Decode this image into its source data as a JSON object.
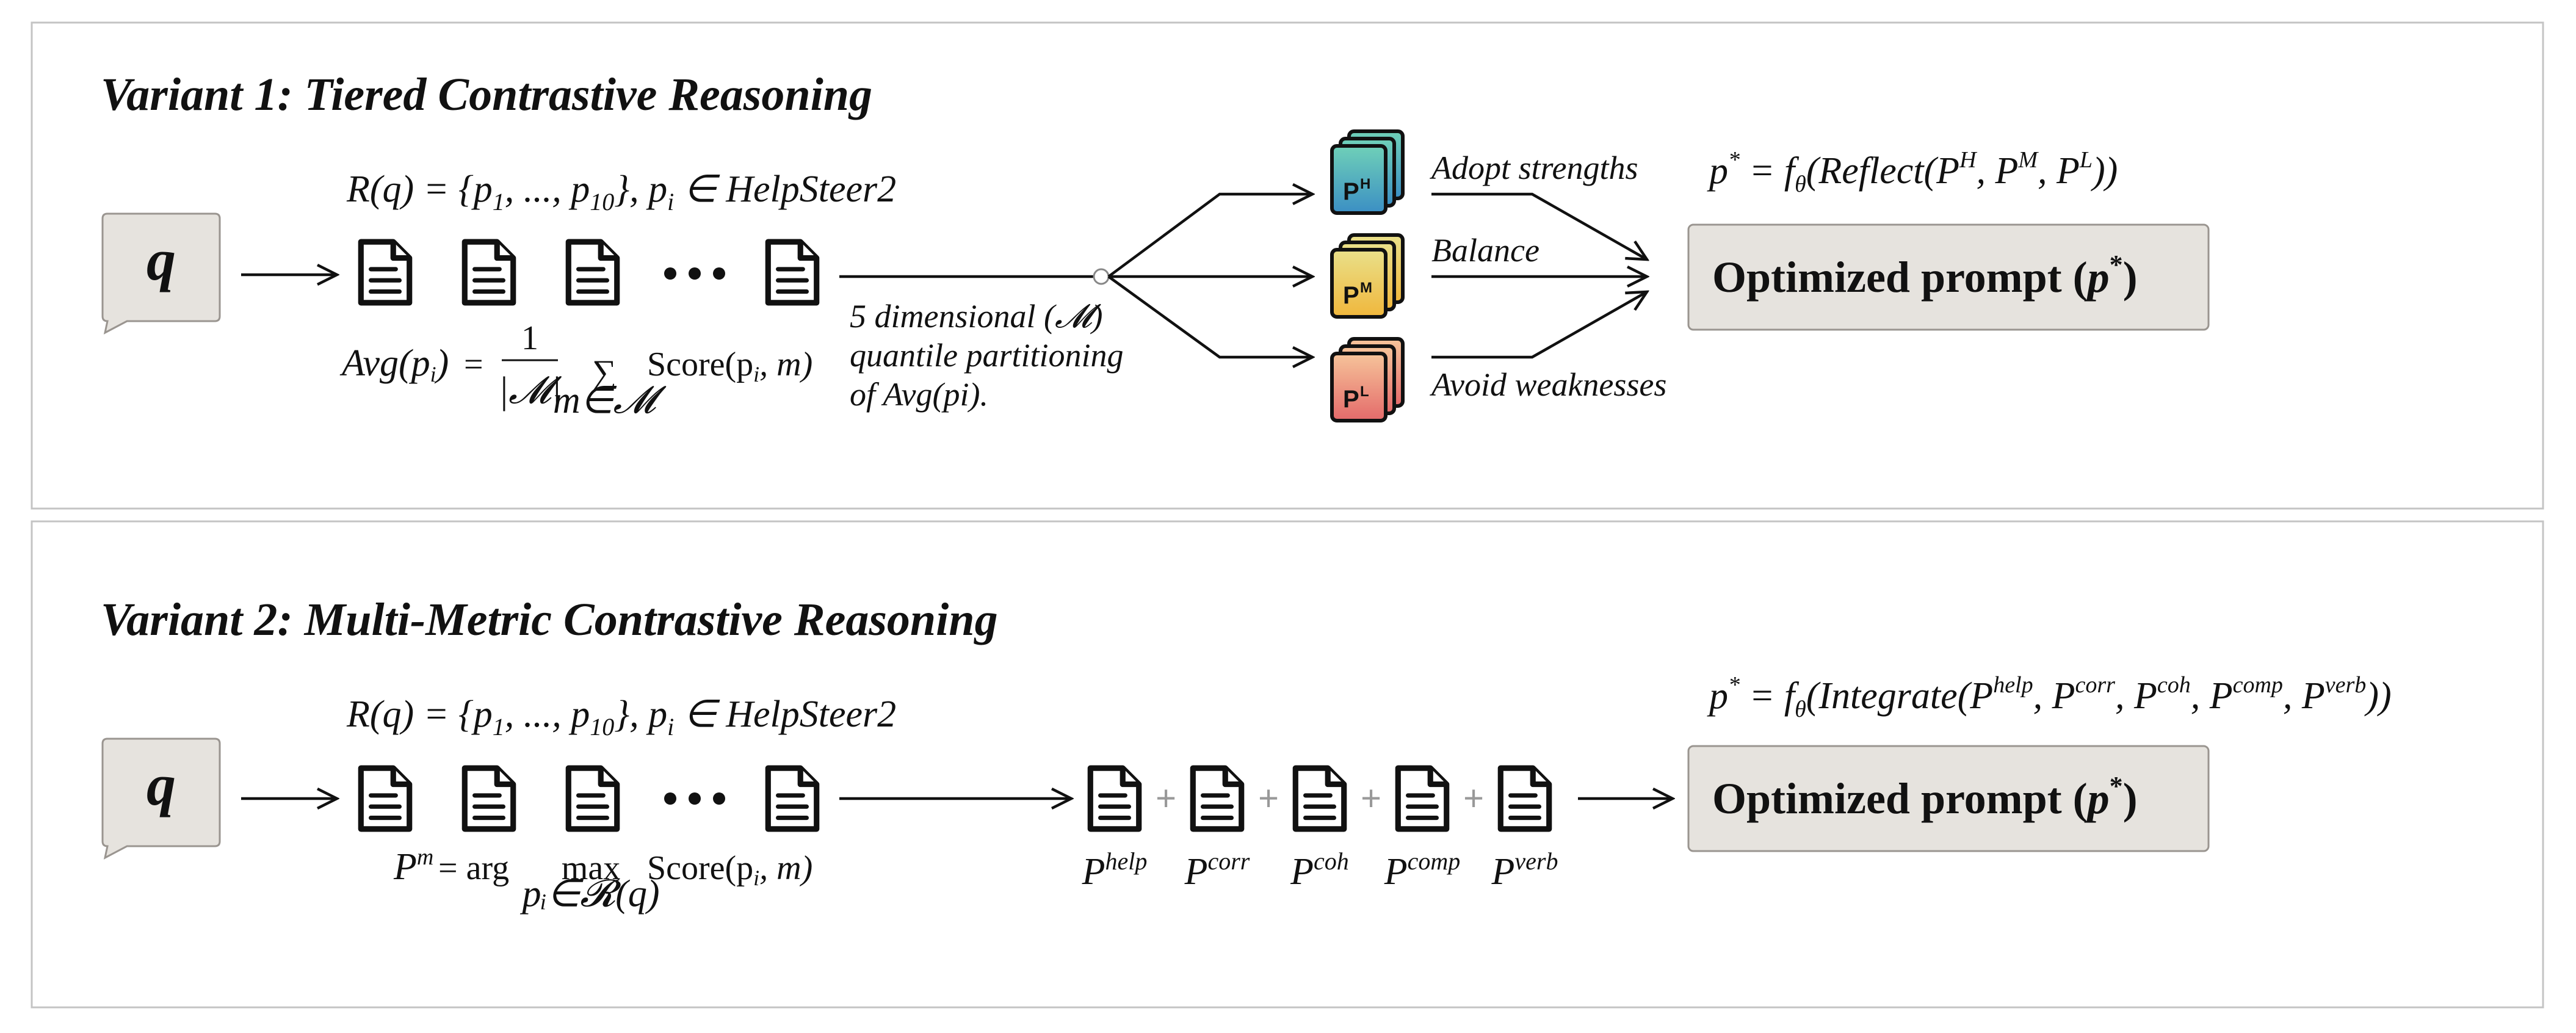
{
  "variant1": {
    "title": "Variant 1: Tiered Contrastive Reasoning",
    "query": "q",
    "retrieval": {
      "lhs": "R(q) = {p",
      "s1": "1",
      "mid": ", ..., p",
      "s2": "10",
      "end": "}, p",
      "s3": "i",
      "tail": " ∈ HelpSteer2"
    },
    "avg": {
      "lhs": "Avg(p",
      "lhs_sub": "i",
      "lhs_end": ")",
      "eq": "=",
      "num": "1",
      "den": "|𝓜|",
      "sigma": "∑",
      "sigma_sub": "m∈𝓜",
      "score": "Score(p",
      "score_sub": "i",
      "score_end": ", m)"
    },
    "partition_note": [
      "5 dimensional (𝓜)",
      "quantile partitioning",
      "of Avg(pi)."
    ],
    "tiers": [
      {
        "name": "tier-high",
        "badge": "P",
        "sup": "H",
        "label": "Adopt strengths",
        "color_top": "#6fd0b8",
        "color_bot": "#3b8fc4"
      },
      {
        "name": "tier-mid",
        "badge": "P",
        "sup": "M",
        "label": "Balance",
        "color_top": "#e9e08a",
        "color_bot": "#f0b73c"
      },
      {
        "name": "tier-low",
        "badge": "P",
        "sup": "L",
        "label": "Avoid weaknesses",
        "color_top": "#f6c49a",
        "color_bot": "#e46a6a"
      }
    ],
    "formula": {
      "a": "p",
      "star": "*",
      "b": " = f",
      "theta": "θ",
      "c": "(Reflect(P",
      "h": "H",
      "d": ", P",
      "m": "M",
      "e": ", P",
      "l": "L",
      "f": "))"
    },
    "optimized": {
      "label": "Optimized prompt (",
      "p": "p",
      "star": "*",
      "close": ")"
    }
  },
  "variant2": {
    "title": "Variant 2: Multi-Metric Contrastive Reasoning",
    "query": "q",
    "retrieval": {
      "lhs": "R(q) = {p",
      "s1": "1",
      "mid": ", ..., p",
      "s2": "10",
      "end": "}, p",
      "s3": "i",
      "tail": " ∈ HelpSteer2"
    },
    "argmax": {
      "lhs": "P",
      "lhs_sup": "m",
      "eq": " = arg",
      "max": "max",
      "max_sub": "pᵢ∈𝓡(q)",
      "score": "Score(p",
      "score_sub": "i",
      "score_end": ", m)"
    },
    "metrics": [
      {
        "base": "P",
        "sup": "help"
      },
      {
        "base": "P",
        "sup": "corr"
      },
      {
        "base": "P",
        "sup": "coh"
      },
      {
        "base": "P",
        "sup": "comp"
      },
      {
        "base": "P",
        "sup": "verb"
      }
    ],
    "plus": "+",
    "formula": {
      "a": "p",
      "star": "*",
      "b": " = f",
      "theta": "θ",
      "c": "(Integrate(P",
      "s1": "help",
      "d": ", P",
      "s2": "corr",
      "e": ", P",
      "s3": "coh",
      "f": ", P",
      "s4": "comp",
      "g": ", P",
      "s5": "verb",
      "h": "))"
    },
    "optimized": {
      "label": "Optimized prompt (",
      "p": "p",
      "star": "*",
      "close": ")"
    }
  }
}
